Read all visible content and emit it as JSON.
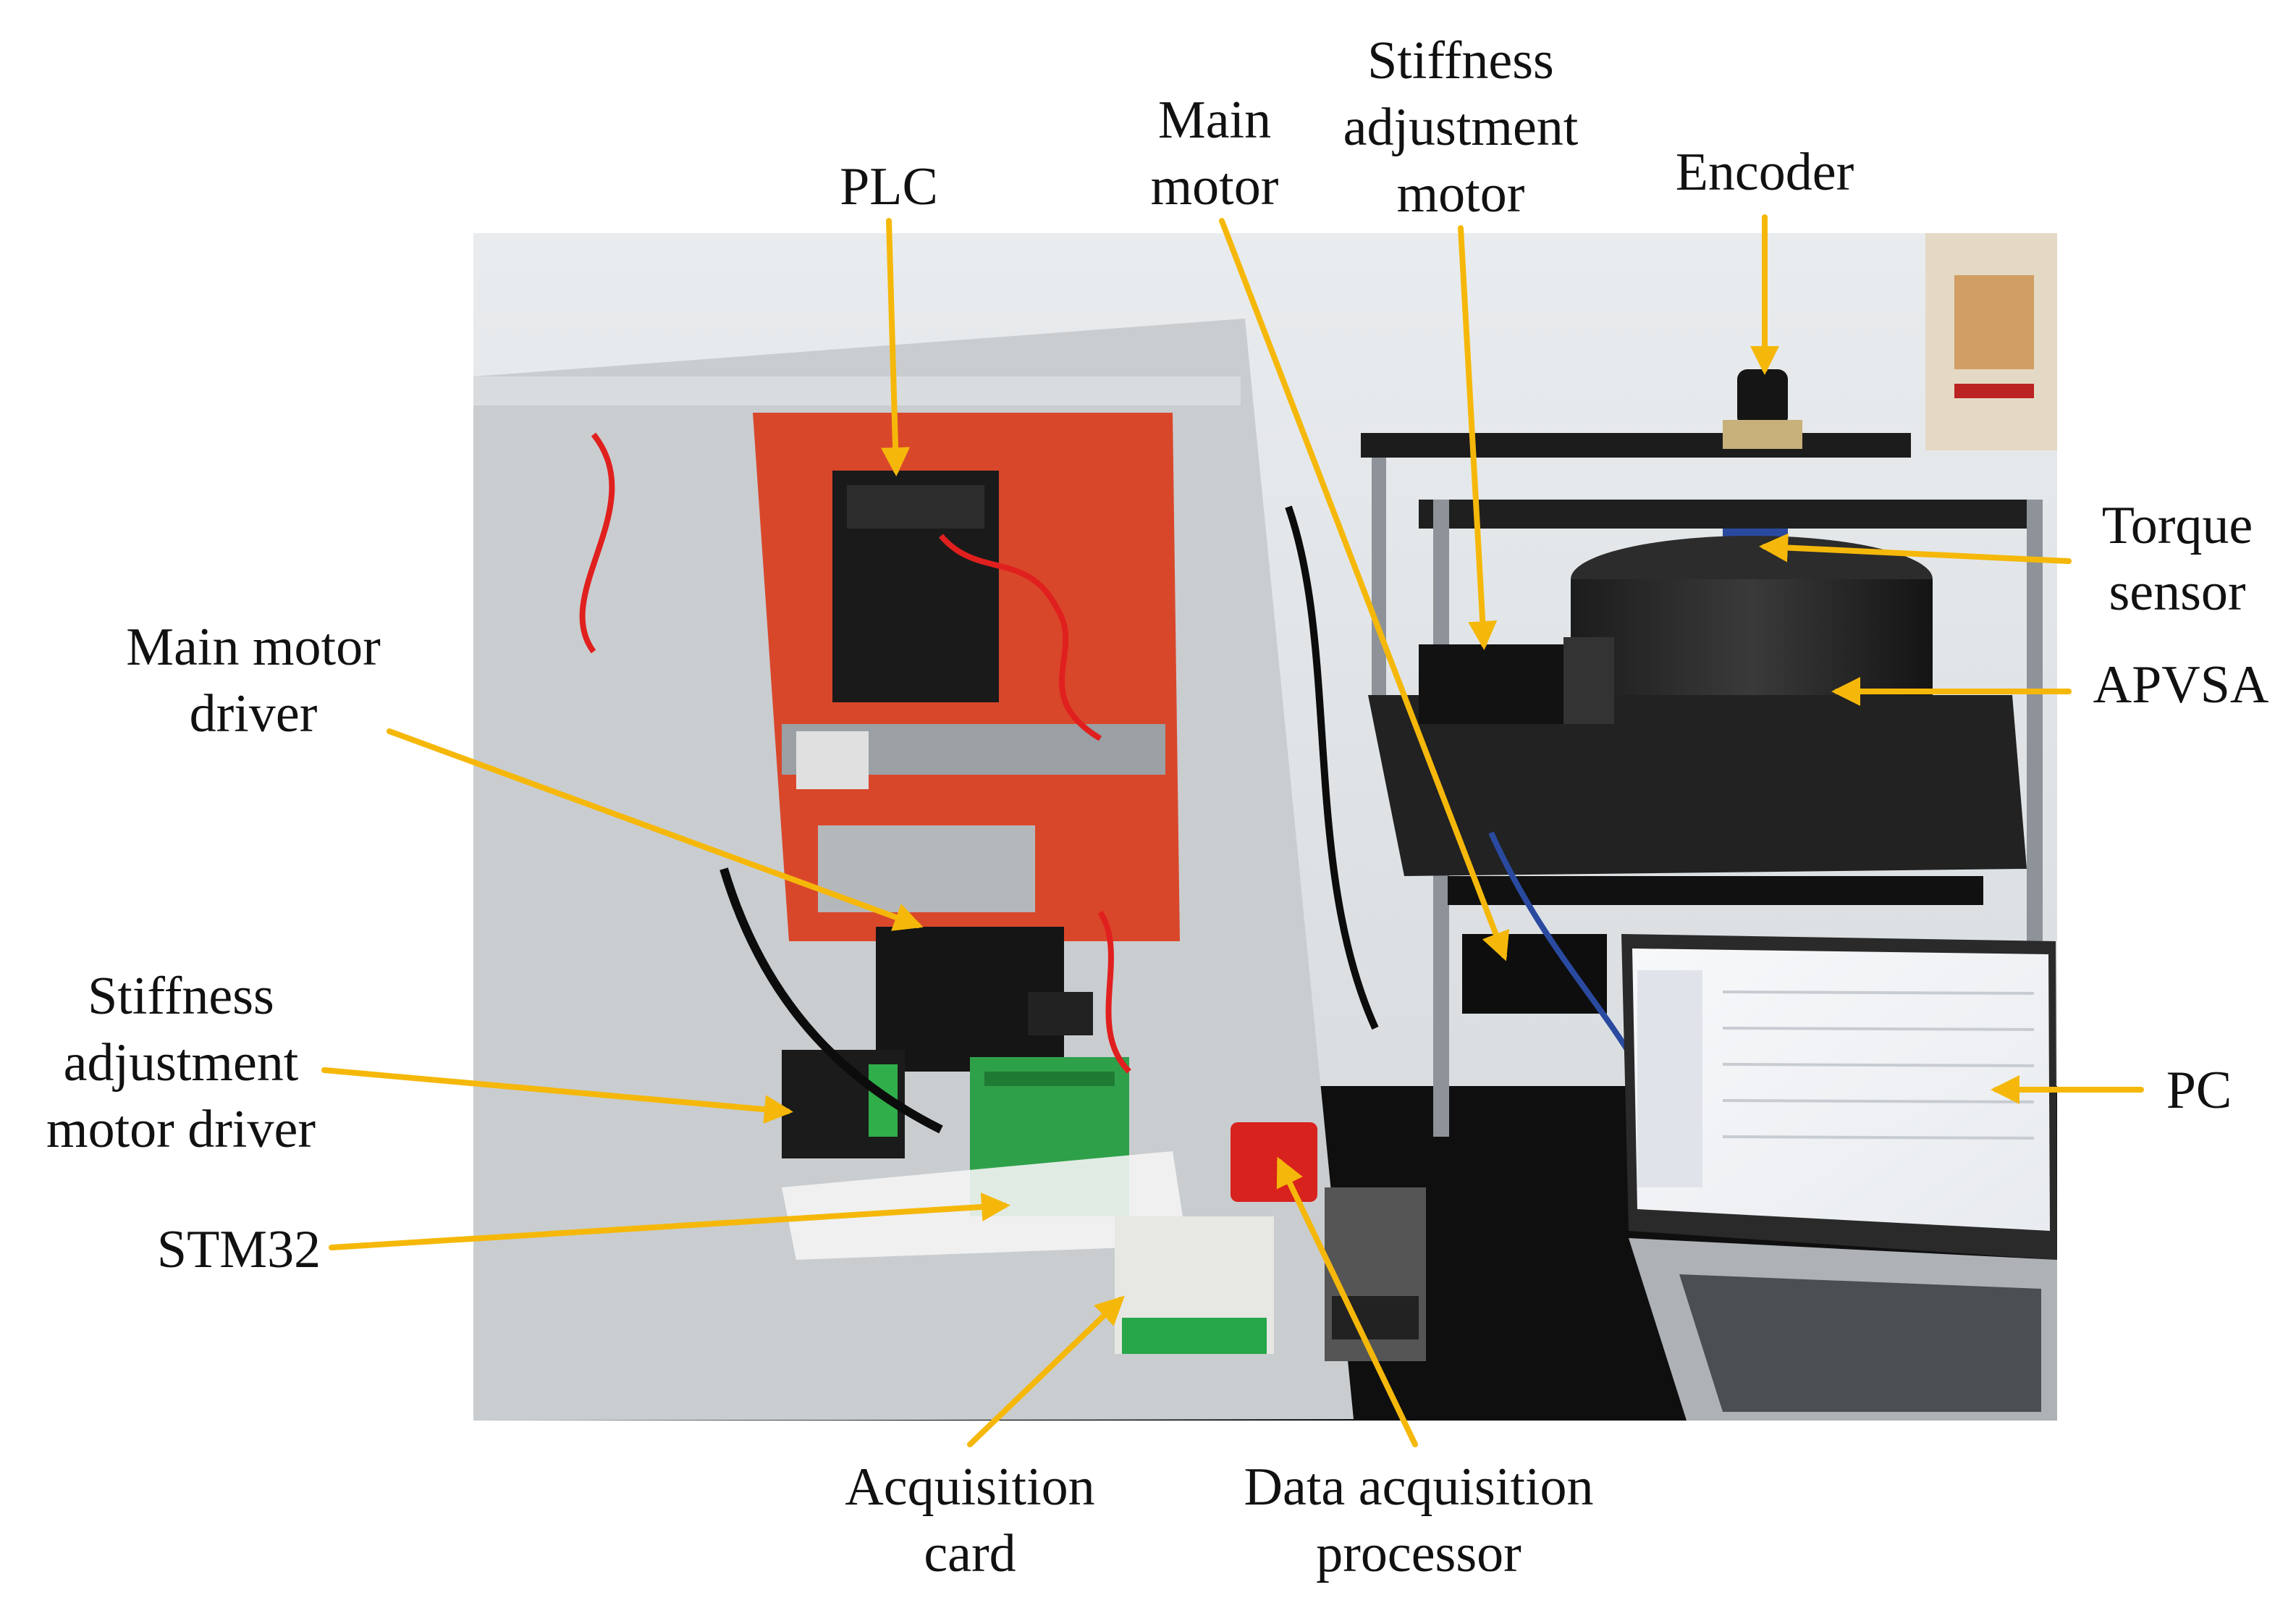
{
  "colors": {
    "arrow": "#F5B80A",
    "text": "#111111",
    "background": "#FFFFFF"
  },
  "photo": {
    "subject": "experimental test bench photo"
  },
  "labels": {
    "plc": [
      "PLC"
    ],
    "main_motor": [
      "Main",
      "motor"
    ],
    "stiffness_motor": [
      "Stiffness",
      "adjustment",
      "motor"
    ],
    "encoder": [
      "Encoder"
    ],
    "torque_sensor": [
      "Torque",
      "sensor"
    ],
    "apvsa": [
      "APVSA"
    ],
    "pc": [
      "PC"
    ],
    "main_motor_driver": [
      "Main motor",
      "driver"
    ],
    "stiffness_driver": [
      "Stiffness",
      "adjustment",
      "motor driver"
    ],
    "stm32": [
      "STM32"
    ],
    "acquisition_card": [
      "Acquisition",
      "card"
    ],
    "daq_processor": [
      "Data acquisition",
      "processor"
    ]
  }
}
